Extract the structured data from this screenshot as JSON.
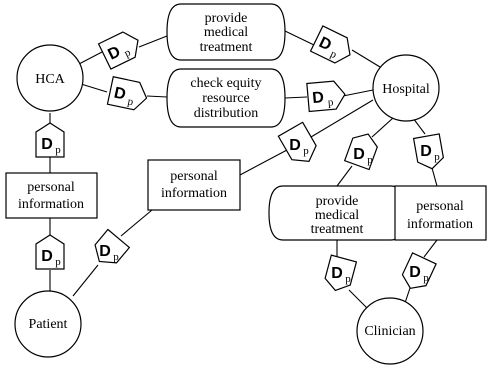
{
  "actors": {
    "hca": "HCA",
    "hospital": "Hospital",
    "patient": "Patient",
    "clinician": "Clinician"
  },
  "goals": {
    "top_treatment": [
      "provide",
      "medical",
      "treatment"
    ],
    "equity": [
      "check equity",
      "resource",
      "distribution"
    ],
    "hosp_treatment": [
      "provide",
      "medical",
      "treatment"
    ]
  },
  "resources": {
    "left_info": [
      "personal",
      "information"
    ],
    "center_info": [
      "personal",
      "information"
    ],
    "right_info": [
      "personal",
      "information"
    ]
  },
  "dependency_marker": {
    "letter": "D",
    "subscript": "p"
  }
}
